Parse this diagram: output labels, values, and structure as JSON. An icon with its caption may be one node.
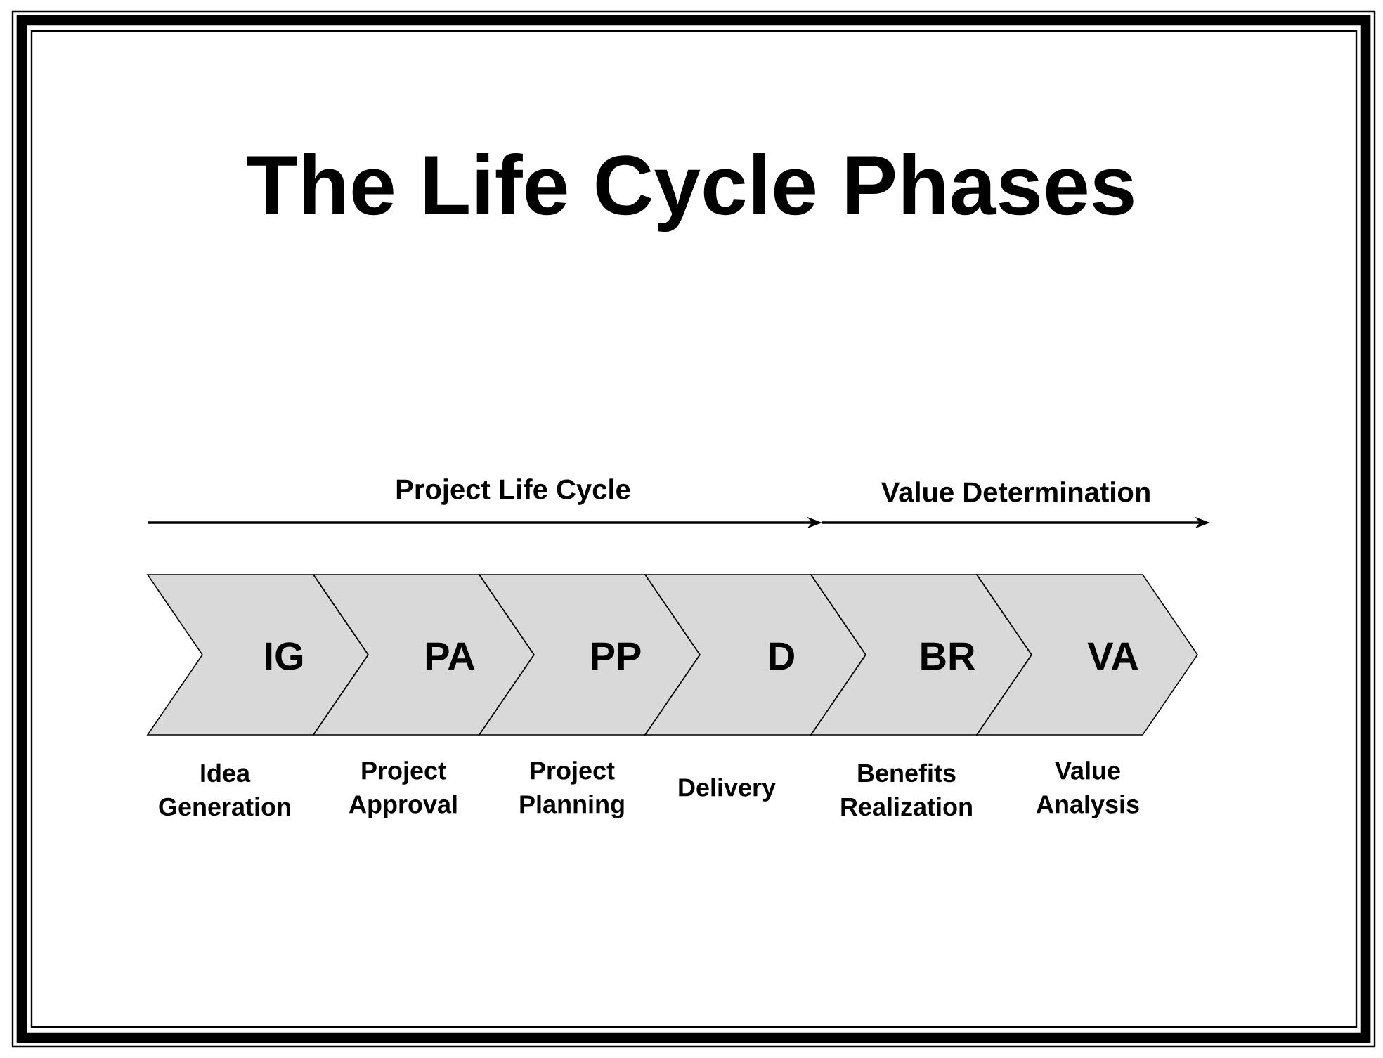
{
  "diagram": {
    "title": "The Life Cycle Phases",
    "nodes": [
      {
        "text": [
          "IG"
        ],
        "beside": [
          "Idea Generation"
        ]
      },
      {
        "text": [
          "PA"
        ],
        "beside": [
          "Project Approval"
        ]
      },
      {
        "text": [
          "PP"
        ],
        "beside": [
          "Project Planning"
        ]
      },
      {
        "text": [
          "D"
        ],
        "beside": [
          "Delivery"
        ]
      },
      {
        "text": [
          "BR"
        ],
        "beside": [
          "Benefits Realization"
        ]
      },
      {
        "text": [
          "VA"
        ],
        "beside": [
          "Value Analysis"
        ]
      }
    ],
    "labels": [
      "Project Life Cycle",
      "Value Determination"
    ]
  }
}
